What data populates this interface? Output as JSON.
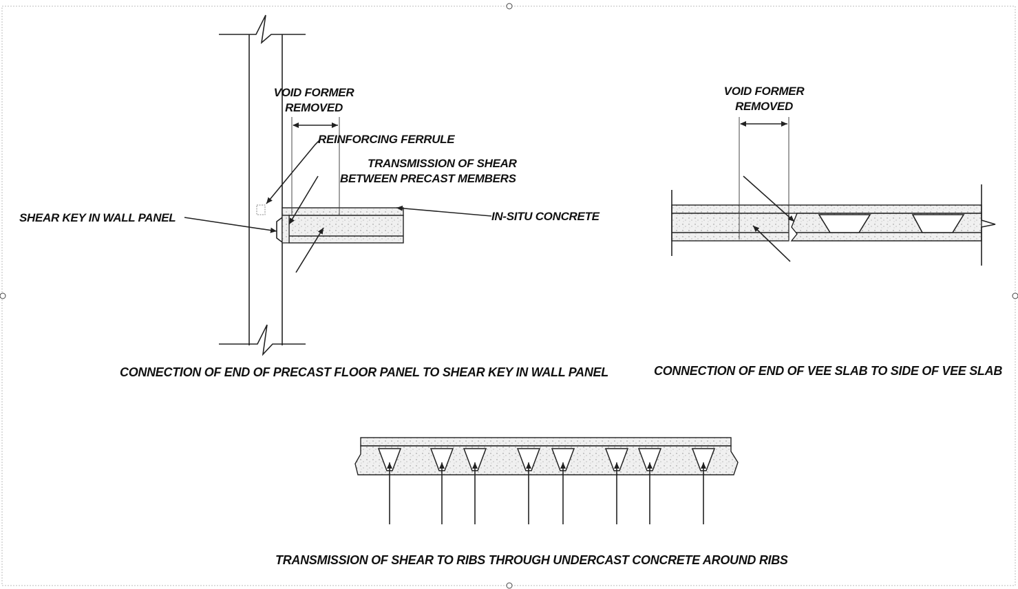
{
  "figure": {
    "detail_wall": {
      "void_former_line1": "VOID FORMER",
      "void_former_line2": "REMOVED",
      "reinforcing_ferrule": "REINFORCING FERRULE",
      "transmission_line1": "TRANSMISSION OF SHEAR",
      "transmission_line2": "BETWEEN PRECAST MEMBERS",
      "shear_key": "SHEAR KEY IN WALL PANEL",
      "in_situ": "IN-SITU CONCRETE",
      "caption": "CONNECTION OF END OF PRECAST FLOOR PANEL TO SHEAR KEY IN  WALL PANEL"
    },
    "detail_vee": {
      "void_former_line1": "VOID FORMER",
      "void_former_line2": "REMOVED",
      "caption": "CONNECTION OF END OF VEE SLAB TO SIDE OF VEE SLAB"
    },
    "detail_ribs": {
      "caption": "TRANSMISSION OF SHEAR TO RIBS THROUGH UNDERCAST CONCRETE AROUND RIBS"
    }
  },
  "colors": {
    "line": "#222222",
    "concrete_fill": "#ececec",
    "background": "#ffffff"
  }
}
